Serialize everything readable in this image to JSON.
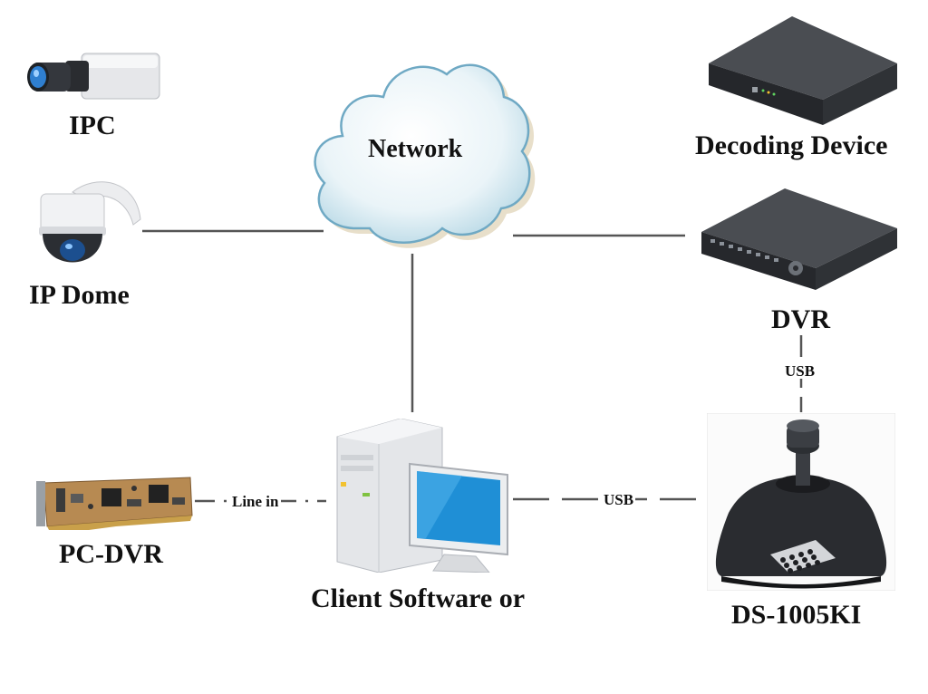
{
  "diagram": {
    "cloud_label": "Network",
    "nodes": {
      "ipc": "IPC",
      "ip_dome": "IP Dome",
      "pc_dvr": "PC-DVR",
      "client": "Client Software or",
      "decoding_device": "Decoding Device",
      "dvr": "DVR",
      "keyboard": "DS-1005KI"
    },
    "links": {
      "pcdvr_client": "Line in",
      "client_keyboard": "USB",
      "dvr_keyboard": "USB"
    }
  },
  "colors": {
    "line": "#555555",
    "cloud_fill": "#eef6f9",
    "cloud_stroke": "#6fa9c4",
    "device_dark": "#2c2f33",
    "screen_blue": "#1f8fd6"
  },
  "icons": [
    "box-camera-icon",
    "dome-camera-icon",
    "capture-card-icon",
    "pc-monitor-icon",
    "decoder-icon",
    "dvr-icon",
    "joystick-keyboard-icon",
    "cloud-icon"
  ]
}
